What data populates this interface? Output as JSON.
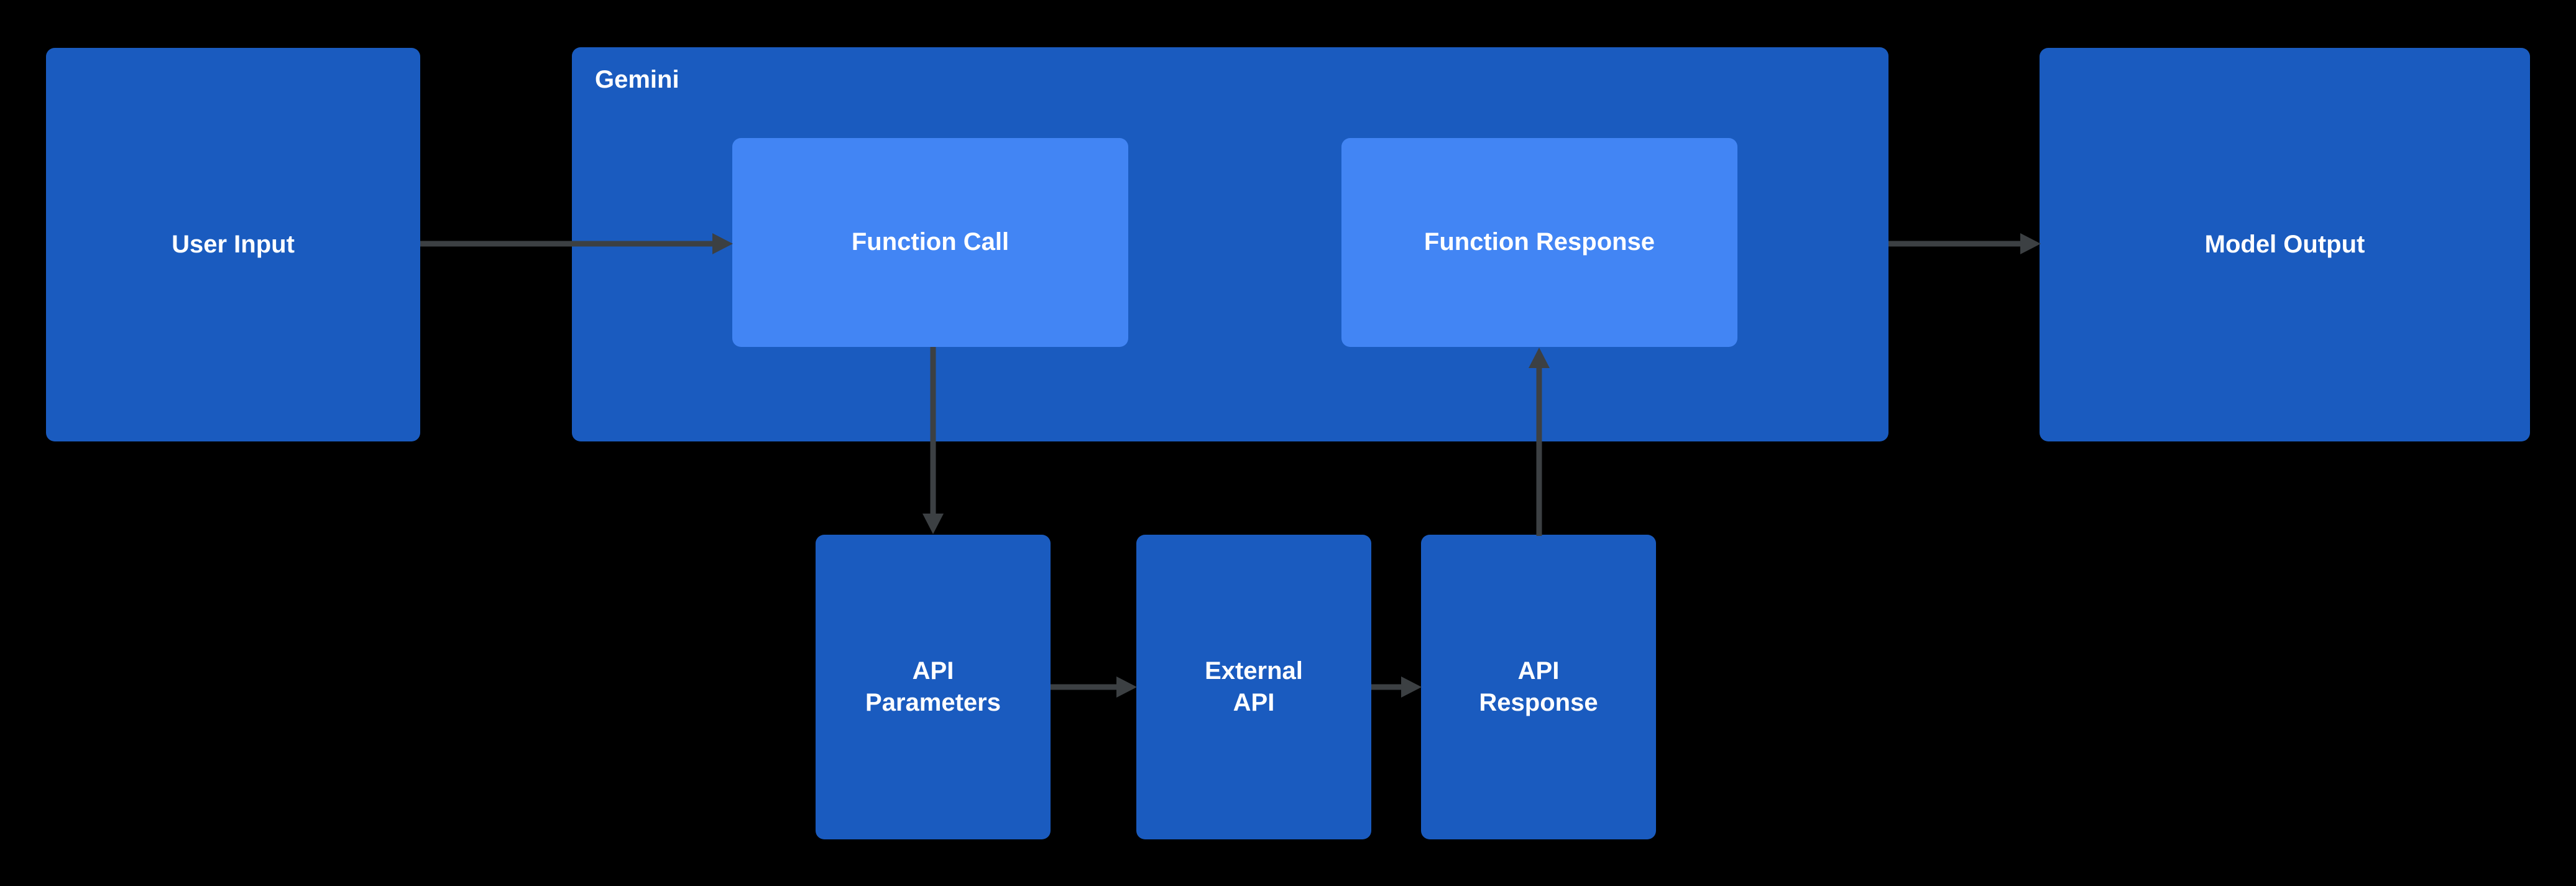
{
  "diagram": {
    "background_color": "#000000",
    "node_color_primary": "#1A5BBF",
    "node_color_secondary": "#4285F4",
    "edge_color": "#3C4043",
    "text_color": "#FFFFFF",
    "group": {
      "label": "Gemini"
    },
    "nodes": [
      {
        "id": "user-input",
        "label": "User Input"
      },
      {
        "id": "function-call",
        "label": "Function Call"
      },
      {
        "id": "function-response",
        "label": "Function Response"
      },
      {
        "id": "model-output",
        "label": "Model Output"
      },
      {
        "id": "api-parameters",
        "label": "API\nParameters"
      },
      {
        "id": "external-api",
        "label": "External\nAPI"
      },
      {
        "id": "api-response",
        "label": "API\nResponse"
      }
    ],
    "edges": [
      {
        "id": "user-input-to-function-call",
        "from": "User Input",
        "to": "Function Call"
      },
      {
        "id": "function-call-to-api-parameters",
        "from": "Function Call",
        "to": "API Parameters"
      },
      {
        "id": "api-parameters-to-external-api",
        "from": "API Parameters",
        "to": "External API"
      },
      {
        "id": "external-api-to-api-response",
        "from": "External API",
        "to": "API Response"
      },
      {
        "id": "api-response-to-function-response",
        "from": "API Response",
        "to": "Function Response"
      },
      {
        "id": "function-response-to-model-output",
        "from": "Function Response",
        "to": "Model Output"
      }
    ]
  }
}
